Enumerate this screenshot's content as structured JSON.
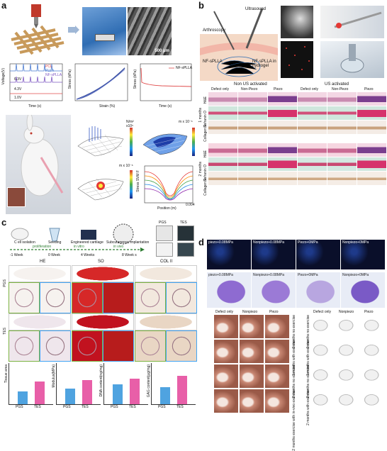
{
  "panels": {
    "a": "a",
    "b": "b",
    "c": "c",
    "d": "d"
  },
  "a": {
    "scalebar": "500 μm",
    "volt_legend": [
      "PCL",
      "PLLA",
      "NF-sPLLA"
    ],
    "volt_values": [
      "6.3V",
      "4.3V",
      "1.0V"
    ],
    "volt_xlabel": "Time (s)",
    "volt_ylabel": "Voltage(V)",
    "strain_xlabel": "Strain (%)",
    "strain_ylabel": "Stress (kPa)",
    "stress_xlabel": "Time (s)",
    "stress_ylabel": "Stress (kPa)",
    "stress_legend": "NF-sPLLA",
    "cb1": "N/m²",
    "cb1b": "x10⁵",
    "cb2": "m x 10⁻⁶",
    "cb3": "m x 10⁻⁶",
    "pos_xlabel": "Position (m)",
    "pos_ylabel": "Stress SVM F",
    "pos_xend": "0.004"
  },
  "b": {
    "ultrasound": "Ultrasound",
    "arthroscopy": "Arthroscopy",
    "nf1": "NF-sPLLA",
    "nf2": "NF-sPLLA in hydrogel",
    "group1": "Non US activated",
    "group2": "US activated",
    "cols": [
      "Defect only",
      "Non-Piezo",
      "Piezo",
      "Defect only",
      "Non-Piezo",
      "Piezo"
    ],
    "rows": [
      "H&E",
      "Safranin O",
      "Collagen II",
      "H&E",
      "Safranin O",
      "Collagen II"
    ],
    "times": [
      "1 months",
      "2 months"
    ]
  },
  "c": {
    "timeline": [
      "C ell isolation",
      "Seeding",
      "Engineered cartilage",
      "Subcutaneous implantation"
    ],
    "weeks": [
      "-1 Week",
      "0 Week",
      "4 Weeks",
      "8 Week s"
    ],
    "phases": [
      "proliferation",
      "in vitro",
      "in vivo"
    ],
    "pgs": "PGS",
    "tes": "TES",
    "stains": [
      "HE",
      "SO",
      "COL II"
    ],
    "rows": [
      "PGS",
      "TES"
    ],
    "bars": [
      {
        "ylabel": "Tissue area",
        "pgs": "PGS",
        "tes": "TES"
      },
      {
        "ylabel": "Modulus(MPa)",
        "pgs": "PGS",
        "tes": "TES"
      },
      {
        "ylabel": "DNA content(ng/mg)",
        "pgs": "PGS",
        "tes": "TES"
      },
      {
        "ylabel": "GAG content(μg/mg)",
        "pgs": "PGS",
        "tes": "TES"
      }
    ]
  },
  "d": {
    "fluor": [
      "piezo+0.08MPa",
      "Nonpiezo+0.08MPa",
      "Piezo+0MPa",
      "Nonpiezo+0MPa"
    ],
    "blue": [
      "piezo+0.08MPa",
      "Nonpiezo+0.08MPa",
      "Piezo+0MPa",
      "Nonpiezo+0MPa"
    ],
    "cols_left": [
      "Defect only",
      "Nonpiezo",
      "Piezo"
    ],
    "rows_left": [
      "1 months no exercise",
      "1 months with exercise",
      "2 months no exercise",
      "2 months exercise with in-vivo exercise"
    ],
    "cols_right": [
      "Defect only",
      "Nonpiezo",
      "Piezo"
    ],
    "rows_right": [
      "1 months no exercise",
      "1 months with exercise",
      "2 months no exercise",
      "2 months with exercise"
    ]
  }
}
